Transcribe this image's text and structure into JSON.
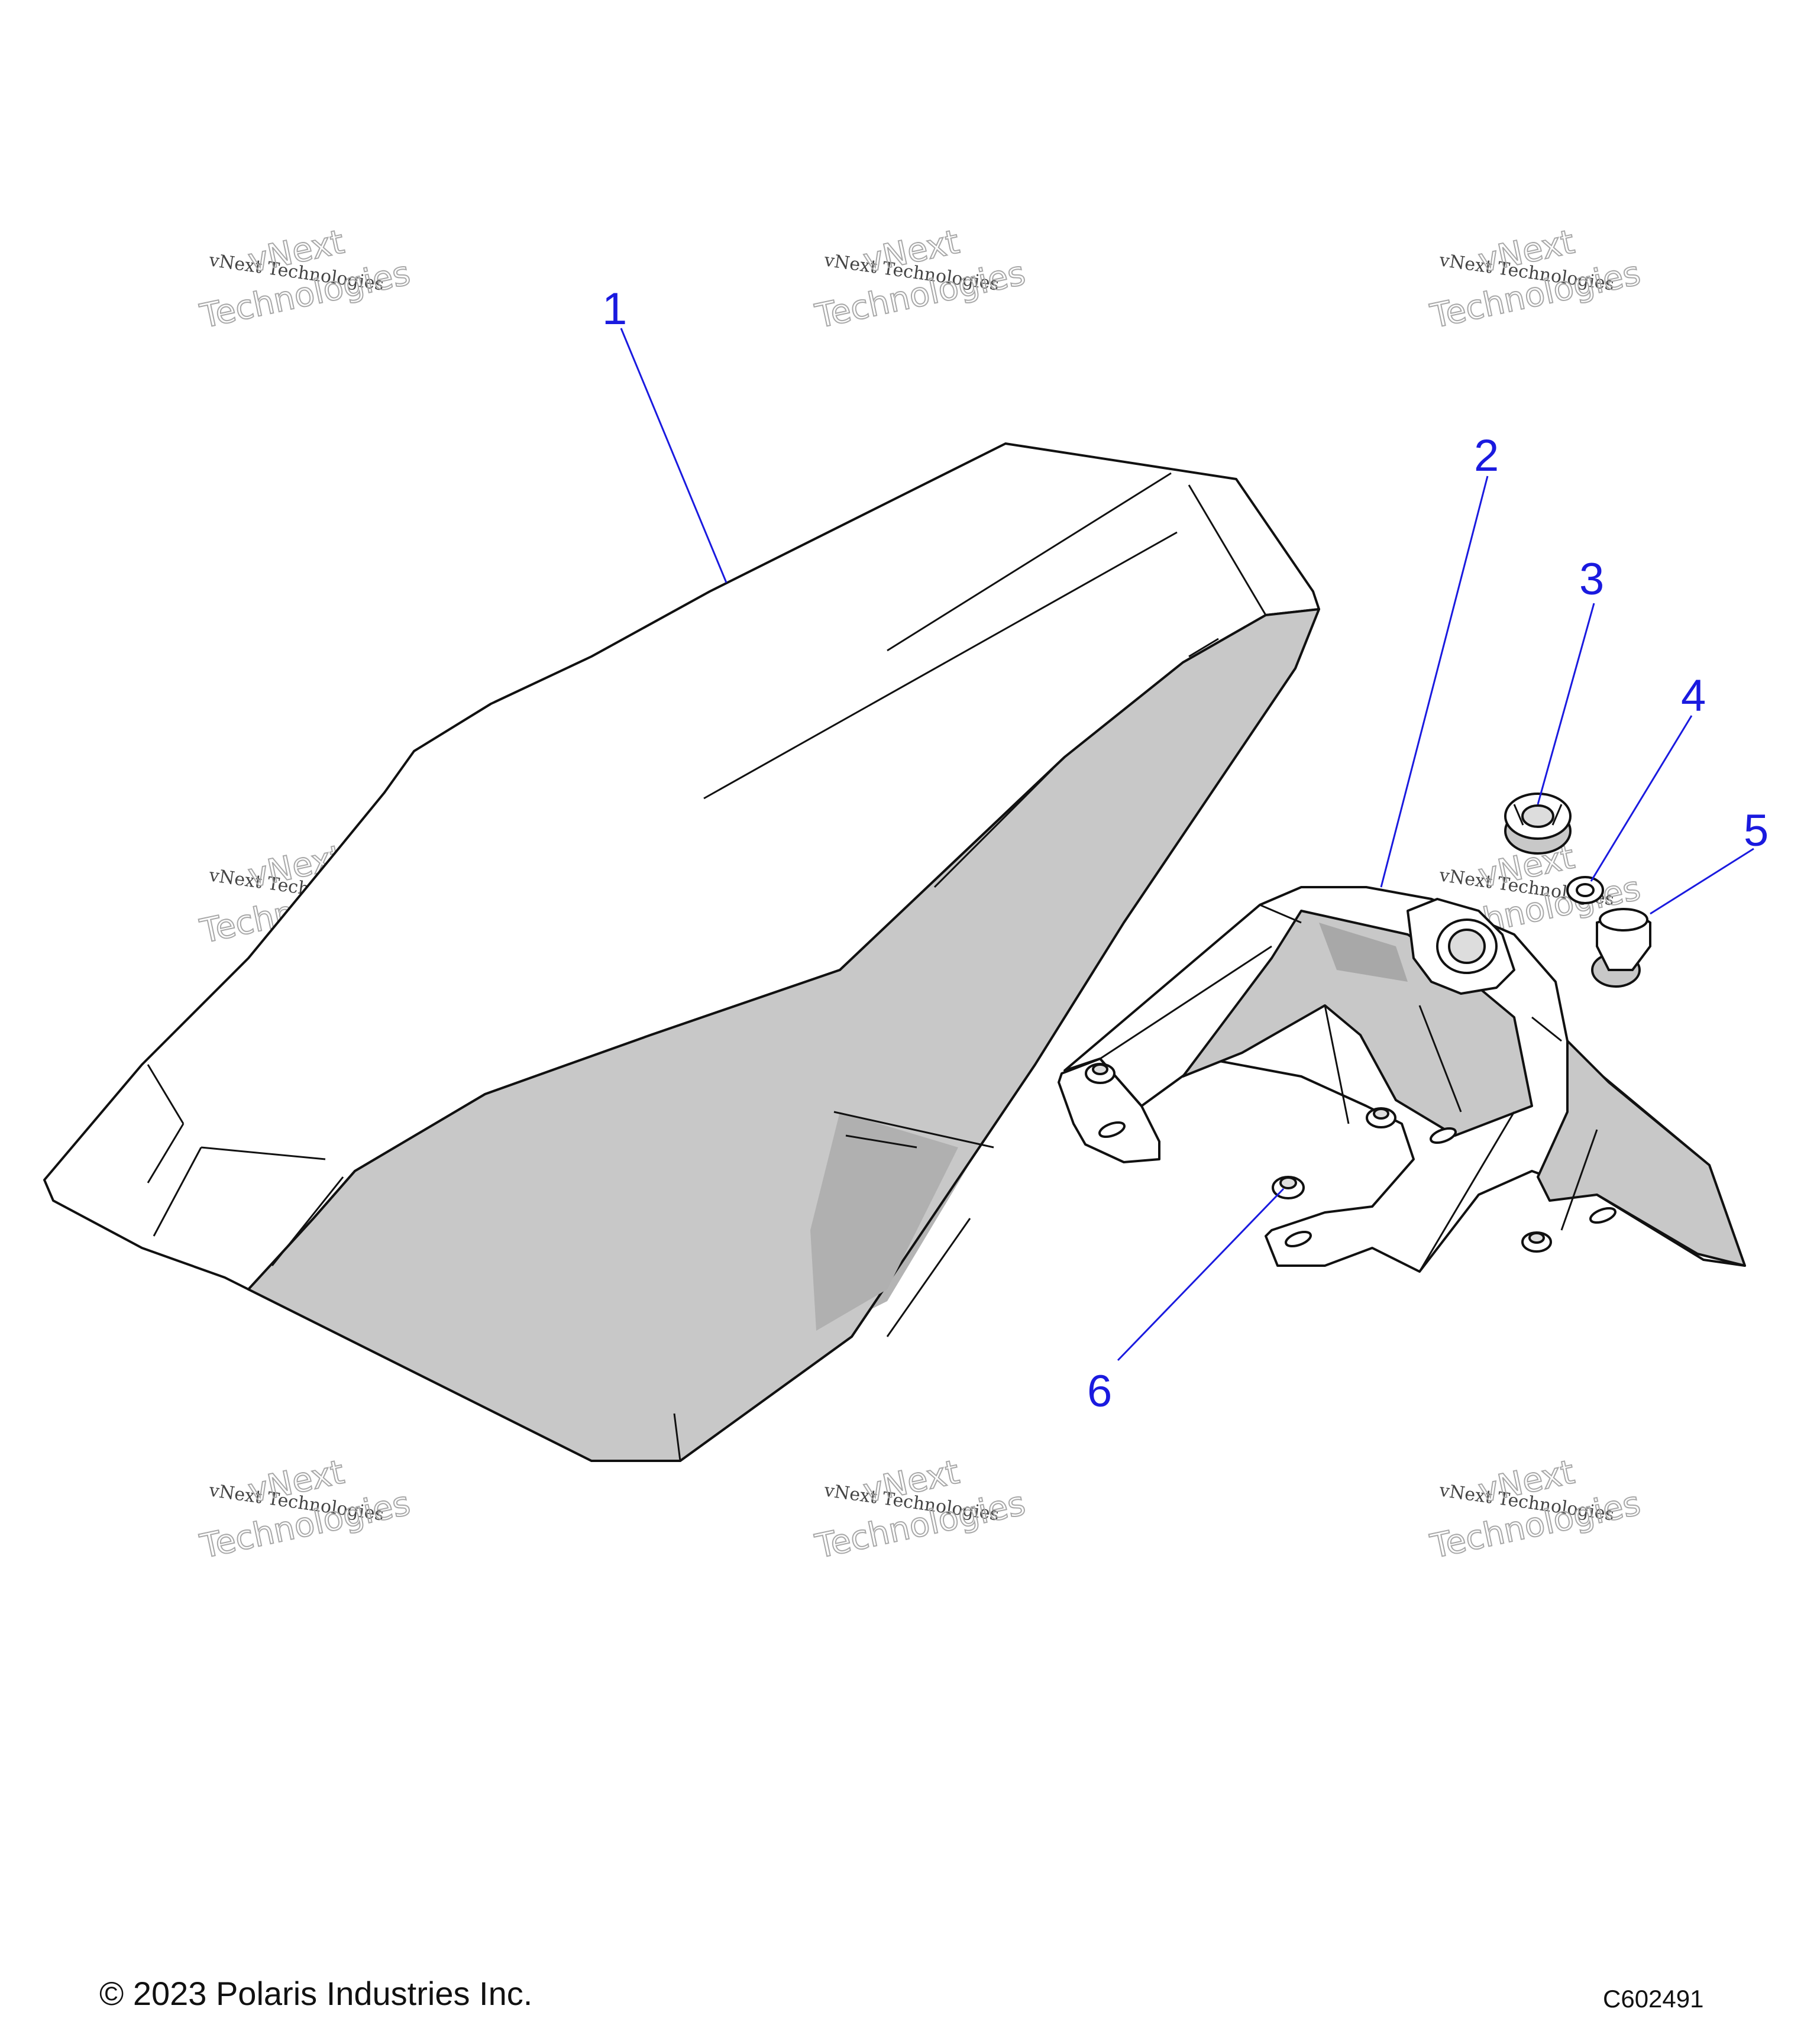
{
  "callouts": [
    {
      "label": "1"
    },
    {
      "label": "2"
    },
    {
      "label": "3"
    },
    {
      "label": "4"
    },
    {
      "label": "5"
    },
    {
      "label": "6"
    }
  ],
  "watermark": {
    "line1": "vNext Technologies",
    "line2": "vNext",
    "line3": "Technologies"
  },
  "footer": {
    "copyright": "© 2023 Polaris Industries Inc.",
    "diagram_id": "C602491"
  },
  "colors": {
    "callout": "#1a1adf",
    "line": "#111111",
    "shade": "#c8c8c8",
    "shade_dark": "#b0b0b0",
    "watermark": "#9a9a9a"
  }
}
